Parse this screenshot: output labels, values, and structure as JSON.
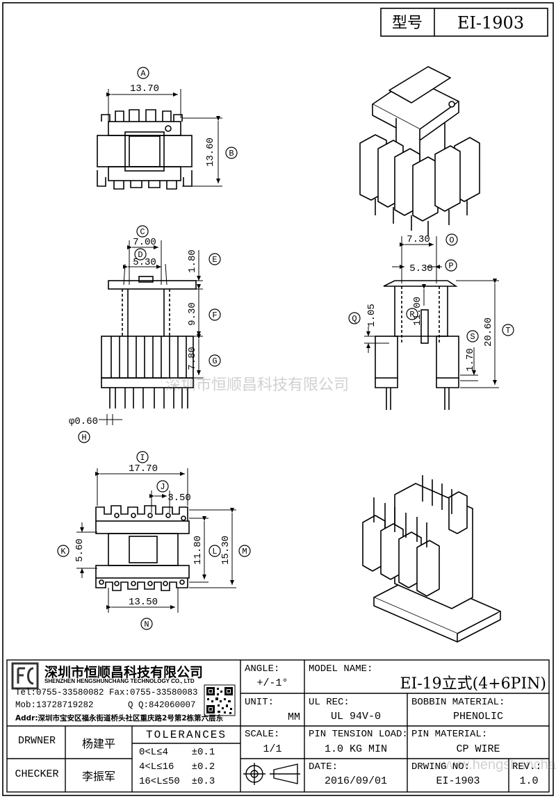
{
  "header": {
    "model_label": "型号",
    "model_value": "EI-1903"
  },
  "dimensions": {
    "A": {
      "tag": "A",
      "value": "13.70"
    },
    "B": {
      "tag": "B",
      "value": "13.60"
    },
    "C": {
      "tag": "C",
      "value": "7.00"
    },
    "D": {
      "tag": "D",
      "value": "5.30"
    },
    "E": {
      "tag": "E",
      "value": "1.80"
    },
    "F": {
      "tag": "F",
      "value": "9.30"
    },
    "G": {
      "tag": "G",
      "value": "7.80"
    },
    "H": {
      "tag": "H",
      "value": "φ0.60"
    },
    "I": {
      "tag": "I",
      "value": "17.70"
    },
    "J": {
      "tag": "J",
      "value": "3.50"
    },
    "K": {
      "tag": "K",
      "value": "5.60"
    },
    "L": {
      "tag": "L",
      "value": "11.80"
    },
    "M": {
      "tag": "M",
      "value": "15.30"
    },
    "N": {
      "tag": "N",
      "value": "13.50"
    },
    "O": {
      "tag": "O",
      "value": "7.30"
    },
    "P": {
      "tag": "P",
      "value": "5.30"
    },
    "Q": {
      "tag": "Q",
      "value": "1.05"
    },
    "R": {
      "tag": "R",
      "value": "11.00"
    },
    "S": {
      "tag": "S",
      "value": "1.70"
    },
    "T": {
      "tag": "T",
      "value": "20.60"
    }
  },
  "watermark": {
    "company": "深圳市恒顺昌科技有限公司",
    "url": "www.hengshunchang.com"
  },
  "titleblock": {
    "company_cn": "深圳市恒顺昌科技有限公司",
    "company_en": "SHENZHEN HENGSHUNCHANG TECHNOLOGY CO., LTD",
    "tel": "Tel:0755-33580082 Fax:0755-33580083",
    "mob": "Mob:13728719282",
    "qq": "Q Q:842060007",
    "addr": "Addr:深圳市宝安区福永街道桥头社区重庆路2号第2栋第六层东",
    "drwner_label": "DRWNER",
    "drwner_name": "杨建平",
    "checker_label": "CHECKER",
    "checker_name": "李振军",
    "tolerances_title": "TOLERANCES",
    "tol_rows": [
      "0<L≤4    ±0.1",
      "4<L≤16   ±0.2",
      "16<L≤50  ±0.3"
    ],
    "angle_label": "ANGLE:",
    "angle_value": "+/-1°",
    "unit_label": "UNIT:",
    "unit_value": "MM",
    "scale_label": "SCALE:",
    "scale_value": "1/1",
    "model_name_label": "MODEL NAME:",
    "model_name_value": "EI-19立式(4+6PIN)",
    "ul_label": "UL REC:",
    "ul_value": "UL 94V-0",
    "bobbin_label": "BOBBIN MATERIAL:",
    "bobbin_value": "PHENOLIC",
    "pin_tension_label": "PIN TENSION LOAD:",
    "pin_tension_value": "1.0 KG MIN",
    "pin_material_label": "PIN MATERIAL:",
    "pin_material_value": "CP WIRE",
    "date_label": "DATE:",
    "date_value": "2016/09/01",
    "drawing_no_label": "DRWING NO:",
    "drawing_no_value": "EI-1903",
    "rev_label": "REV.:",
    "rev_value": "1.0"
  }
}
